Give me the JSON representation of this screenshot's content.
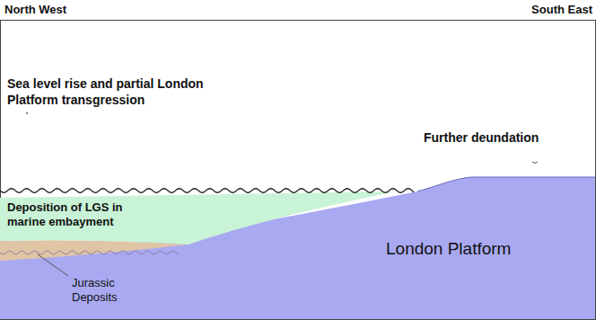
{
  "diagram": {
    "labels": [
      "North West",
      "South East",
      "Sea level rise and partial London Platform transgression",
      "Further deundation",
      "Deposition of LGS in marine embayment",
      "London Platform",
      "Jurassic Deposits"
    ]
  }
}
